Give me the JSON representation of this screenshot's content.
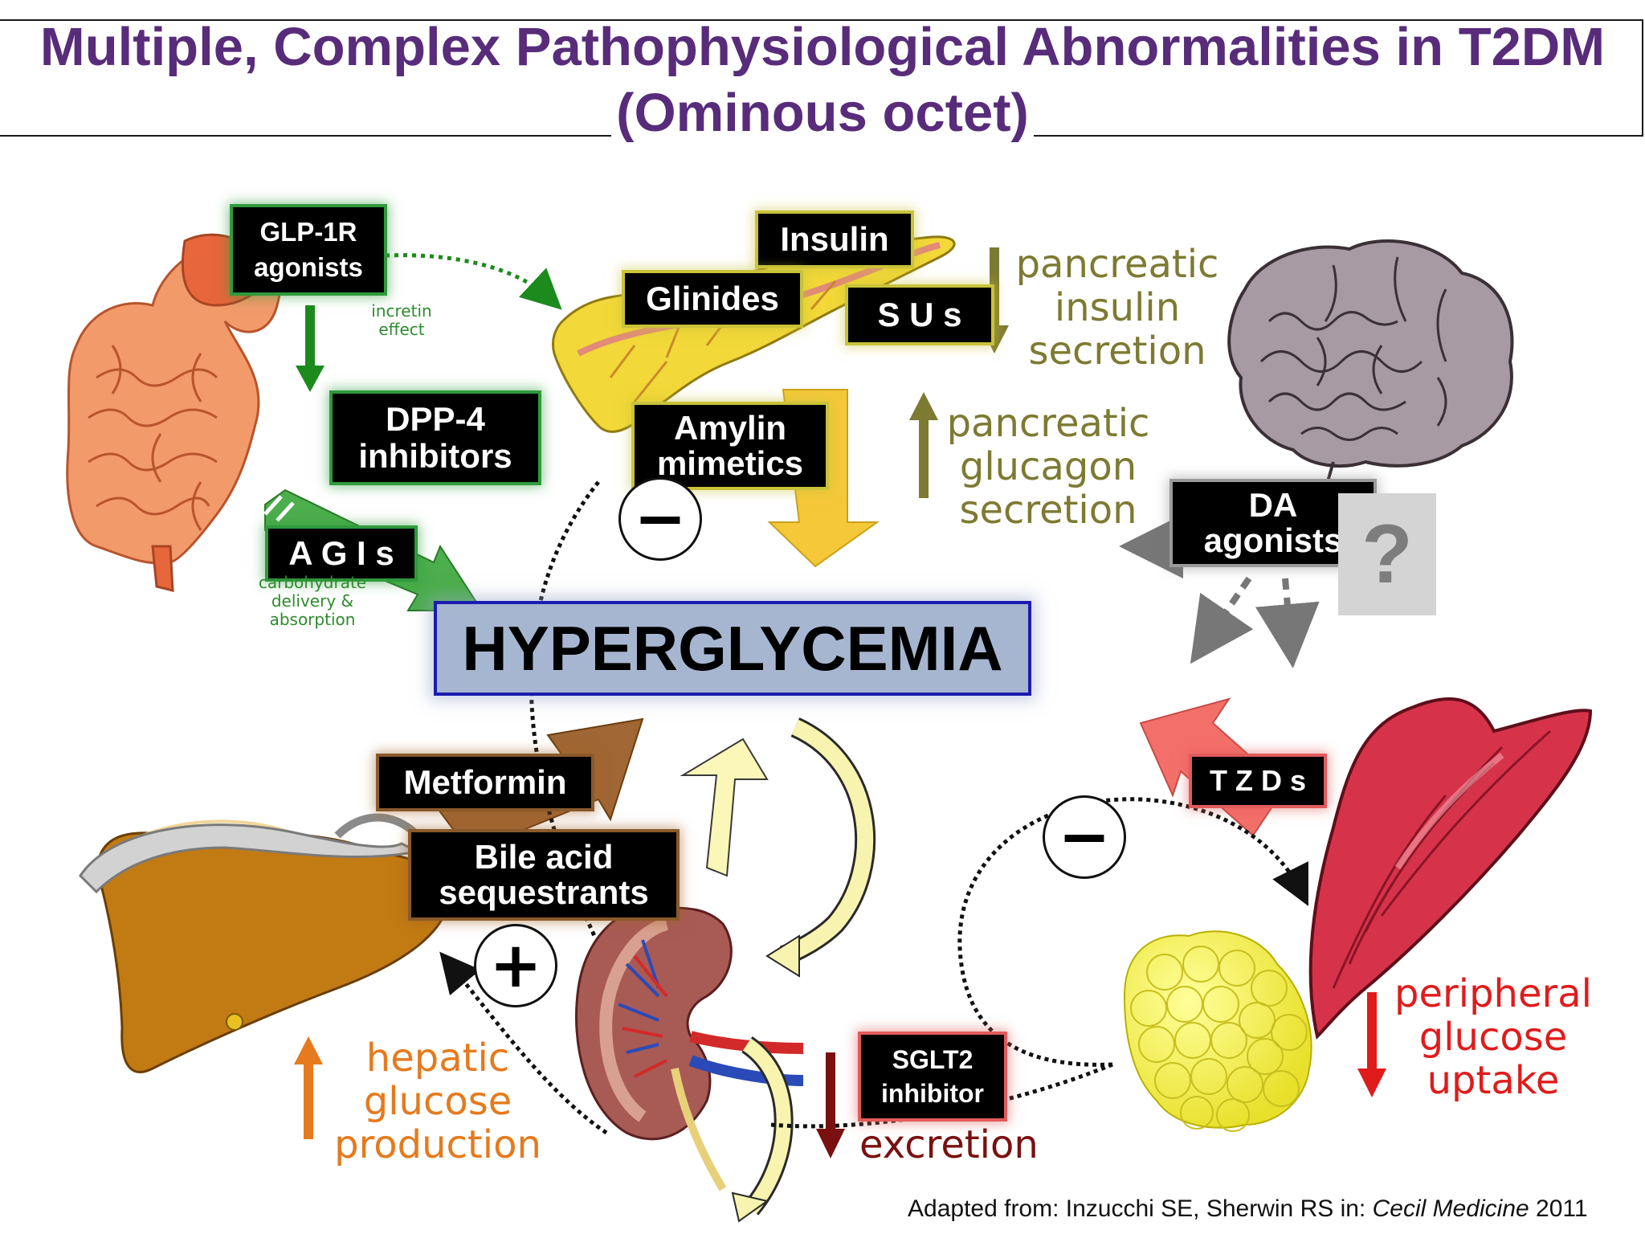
{
  "title": {
    "line1": "Multiple, Complex Pathophysiological Abnormalities in T2DM",
    "line2": "(Ominous octet)"
  },
  "center": {
    "label": "HYPERGLYCEMIA"
  },
  "drugs": {
    "glp1r": "GLP-1R\nagonists",
    "dpp4": "DPP-4\ninhibitors",
    "agis": "A G I s",
    "insulin": "Insulin",
    "glinides": "Glinides",
    "sus": "S U s",
    "amylin": "Amylin\nmimetics",
    "da": "DA\nagonists",
    "tzds": "T Z D s",
    "metformin": "Metformin",
    "bile": "Bile acid\nsequestrants",
    "sglt2": "SGLT2\ninhibitor"
  },
  "labels": {
    "incretin": "incretin\neffect",
    "carb": "carbohydrate\ndelivery &\nabsorption",
    "insulin_secretion": "pancreatic\ninsulin\nsecretion",
    "glucagon_secretion": "pancreatic\nglucagon\nsecretion",
    "hepatic": "hepatic\nglucose\nproduction",
    "peripheral": "peripheral\nglucose\nuptake",
    "excretion": "excretion"
  },
  "signs": {
    "amylin": "−",
    "hepatic": "+",
    "tzd": "−"
  },
  "question": "?",
  "citation": {
    "prefix": "Adapted from: Inzucchi SE, Sherwin RS in: ",
    "source": "Cecil Medicine",
    "year": " 2011"
  },
  "colors": {
    "title": "#582c7a",
    "green": "#2e8b2e",
    "olive": "#7d7a32",
    "orange": "#e57a1e",
    "red": "#e01b1b",
    "darkred": "#7a1010"
  }
}
